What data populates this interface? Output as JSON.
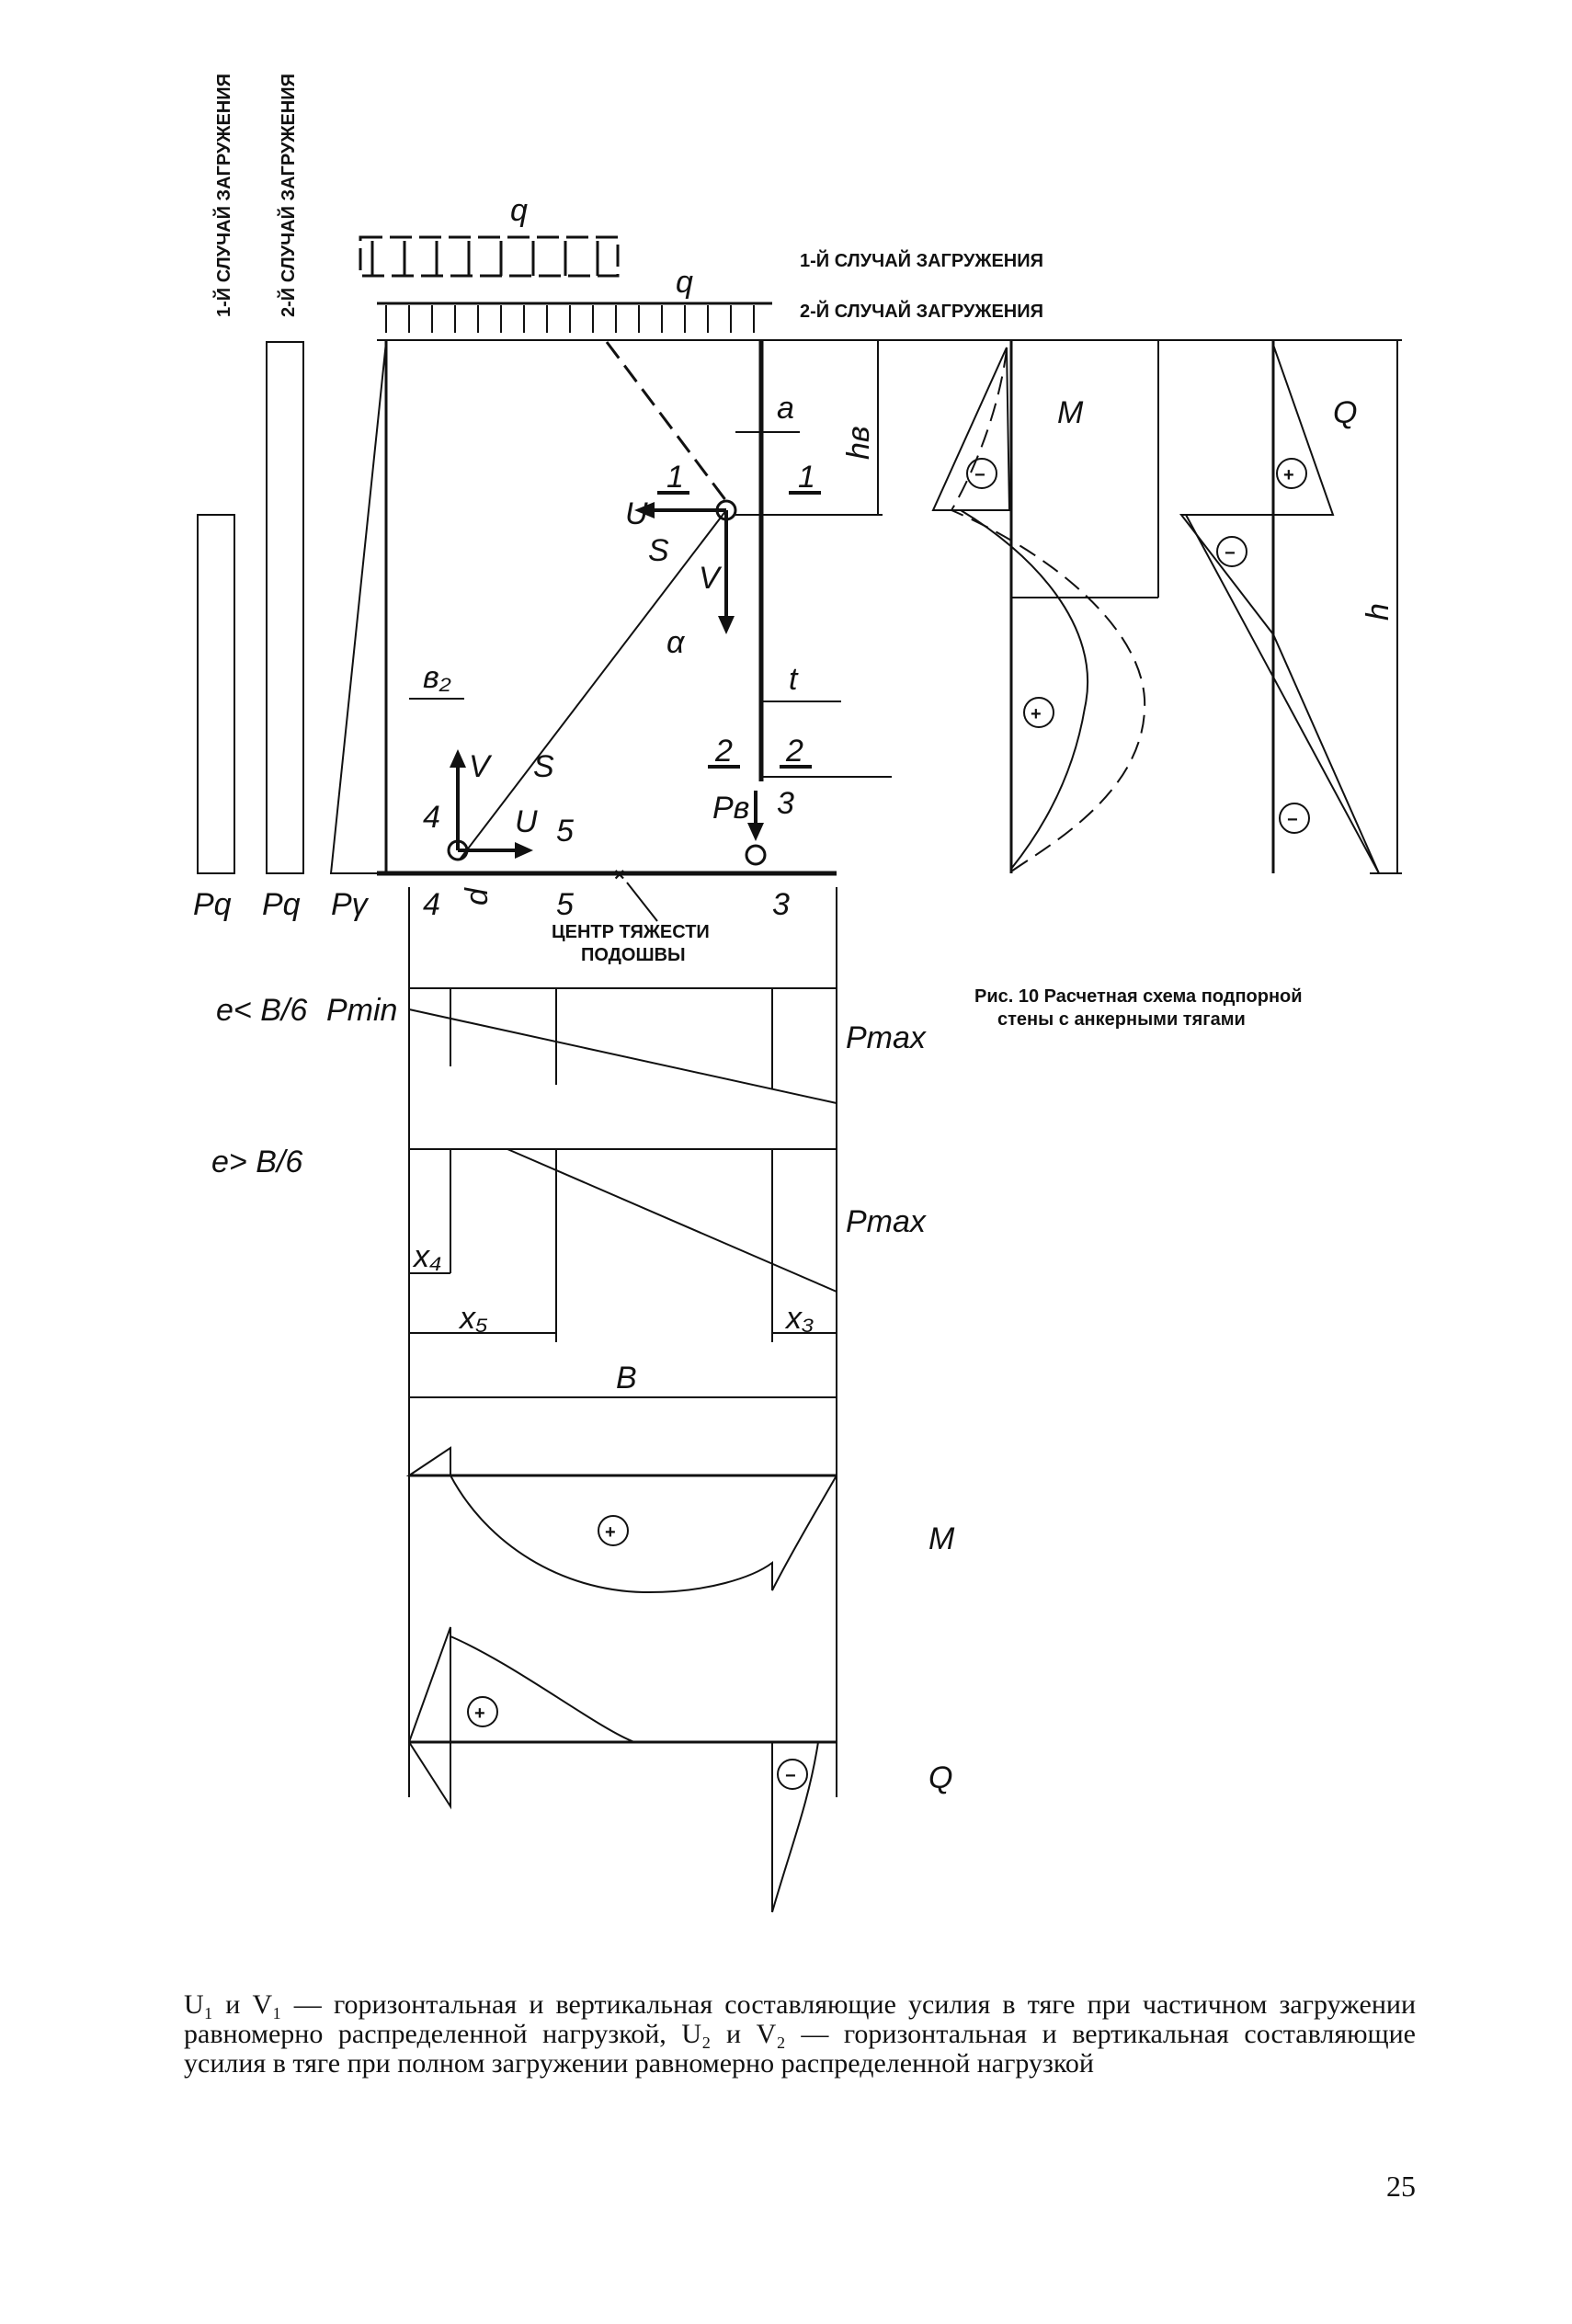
{
  "labels": {
    "case1_vertical": "1-Й СЛУЧАЙ ЗАГРУЖЕНИЯ",
    "case2_vertical": "2-Й СЛУЧАЙ ЗАГРУЖЕНИЯ",
    "case1": "1-Й СЛУЧАЙ ЗАГРУЖЕНИЯ",
    "case2": "2-Й СЛУЧАЙ ЗАГРУЖЕНИЯ",
    "q": "q",
    "a": "a",
    "hb": "hв",
    "h": "h",
    "M": "M",
    "Q": "Q",
    "U": "U",
    "S": "S",
    "V": "V",
    "alpha": "α",
    "b2": "в₂",
    "t": "t",
    "sec1": "1",
    "sec2": "2",
    "sec3": "3",
    "sec4": "4",
    "sec5": "5",
    "Pb": "Pв",
    "Pq": "Pq",
    "Pgamma": "Pγ",
    "d": "d",
    "centroid": "ЦЕНТР ТЯЖЕСТИ",
    "centroid2": "ПОДОШВЫ",
    "e_less": "e< B/6",
    "e_more": "e> B/6",
    "pmin": "Pmin",
    "pmax": "Pmax",
    "x4": "x₄",
    "x5": "x₅",
    "x3": "x₃",
    "B": "B",
    "plus": "+",
    "minus": "−"
  },
  "figure_caption": {
    "line1": "Рис. 10 Расчетная схема подпорной",
    "line2": "стены с анкерными тягами"
  },
  "caption_text": "U₁ и V₁ — горизонтальная и вертикальная составляющие усилия в тяге при частичном загружении равномерно распределенной нагрузкой, U₂ и V₂ — горизонтальная и вертикальная составляющие усилия в тяге при полном загружении равномерно распределенной нагрузкой",
  "page_number": "25"
}
